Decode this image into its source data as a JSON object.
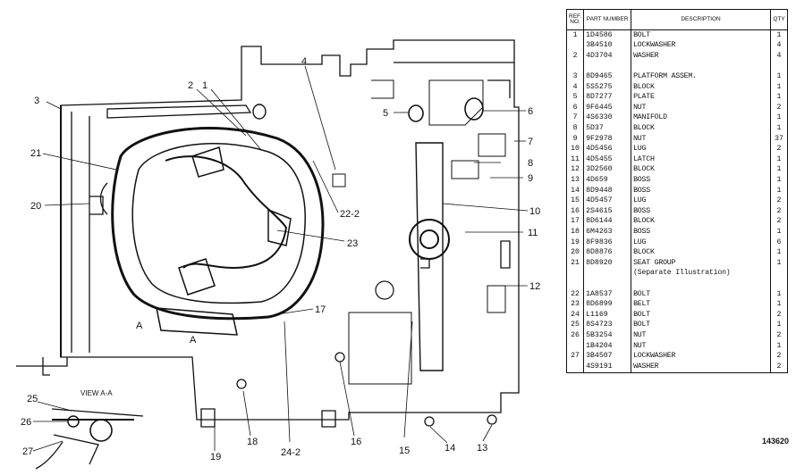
{
  "callouts": {
    "c2": "2",
    "c1": "1",
    "c4": "4",
    "c3": "3",
    "c5": "5",
    "c6": "6",
    "c7": "7",
    "c8": "8",
    "c9": "9",
    "c10": "10",
    "c11": "11",
    "c12": "12",
    "c21": "21",
    "c20": "20",
    "c22": "22-2",
    "c23": "23",
    "c17": "17",
    "cA1": "A",
    "cA2": "A",
    "c19": "19",
    "c18": "18",
    "c24": "24-2",
    "c16": "16",
    "c15": "15",
    "c14": "14",
    "c13": "13",
    "c25": "25",
    "c26": "26",
    "c27": "27"
  },
  "view_label": "VIEW A-A",
  "table": {
    "headers": {
      "ref": "REF. NO.",
      "part": "PART NUMBER",
      "desc": "DESCRIPTION",
      "qty": "QTY"
    },
    "rows": [
      {
        "ref": "1",
        "pn": "1D4586",
        "desc": "BOLT",
        "qty": "1"
      },
      {
        "ref": "",
        "pn": "3B4510",
        "desc": "LOCKWASHER",
        "qty": "4"
      },
      {
        "ref": "2",
        "pn": "4D3704",
        "desc": "WASHER",
        "qty": "4"
      },
      {
        "ref": "",
        "pn": "",
        "desc": "",
        "qty": ""
      },
      {
        "ref": "3",
        "pn": "8D9465",
        "desc": "PLATFORM ASSEM.",
        "qty": "1"
      },
      {
        "ref": "4",
        "pn": "5S5275",
        "desc": "  BLOCK",
        "qty": "1"
      },
      {
        "ref": "5",
        "pn": "8D7277",
        "desc": "  PLATE",
        "qty": "1"
      },
      {
        "ref": "6",
        "pn": "9F6445",
        "desc": "  NUT",
        "qty": "2"
      },
      {
        "ref": "7",
        "pn": "4S6330",
        "desc": "  MANIFOLD",
        "qty": "1"
      },
      {
        "ref": "8",
        "pn": "5D37",
        "desc": "  BLOCK",
        "qty": "1"
      },
      {
        "ref": "9",
        "pn": "9F2978",
        "desc": "  NUT",
        "qty": "37"
      },
      {
        "ref": "10",
        "pn": "4D5456",
        "desc": "  LUG",
        "qty": "2"
      },
      {
        "ref": "11",
        "pn": "4D5455",
        "desc": "  LATCH",
        "qty": "1"
      },
      {
        "ref": "12",
        "pn": "3D2560",
        "desc": "  BLOCK",
        "qty": "1"
      },
      {
        "ref": "13",
        "pn": "4D659",
        "desc": "  BOSS",
        "qty": "1"
      },
      {
        "ref": "14",
        "pn": "8D9448",
        "desc": "  BOSS",
        "qty": "1"
      },
      {
        "ref": "15",
        "pn": "4D5457",
        "desc": "  LUG",
        "qty": "2"
      },
      {
        "ref": "16",
        "pn": "2S4615",
        "desc": "  BOSS",
        "qty": "2"
      },
      {
        "ref": "17",
        "pn": "8D6144",
        "desc": "  BLOCK",
        "qty": "2"
      },
      {
        "ref": "18",
        "pn": "6M4263",
        "desc": "  BOSS",
        "qty": "1"
      },
      {
        "ref": "19",
        "pn": "8F9836",
        "desc": "  LUG",
        "qty": "6"
      },
      {
        "ref": "20",
        "pn": "8D8876",
        "desc": "  BLOCK",
        "qty": "1"
      },
      {
        "ref": "21",
        "pn": "8D8920",
        "desc": "SEAT GROUP",
        "qty": "1"
      },
      {
        "ref": "",
        "pn": "",
        "desc": "    (Separate Illustration)",
        "qty": ""
      },
      {
        "ref": "",
        "pn": "",
        "desc": "",
        "qty": ""
      },
      {
        "ref": "22",
        "pn": "1A8537",
        "desc": "BOLT",
        "qty": "1"
      },
      {
        "ref": "23",
        "pn": "8D6899",
        "desc": "BELT",
        "qty": "1"
      },
      {
        "ref": "24",
        "pn": "L1169",
        "desc": "BOLT",
        "qty": "2"
      },
      {
        "ref": "25",
        "pn": "8S4723",
        "desc": "BOLT",
        "qty": "1"
      },
      {
        "ref": "26",
        "pn": "5B3254",
        "desc": "NUT",
        "qty": "2"
      },
      {
        "ref": "",
        "pn": "1B4204",
        "desc": "NUT",
        "qty": "1"
      },
      {
        "ref": "27",
        "pn": "3B4507",
        "desc": "LOCKWASHER",
        "qty": "2"
      },
      {
        "ref": "",
        "pn": "4S9191",
        "desc": "WASHER",
        "qty": "2"
      }
    ]
  },
  "drawing_number": "143620"
}
